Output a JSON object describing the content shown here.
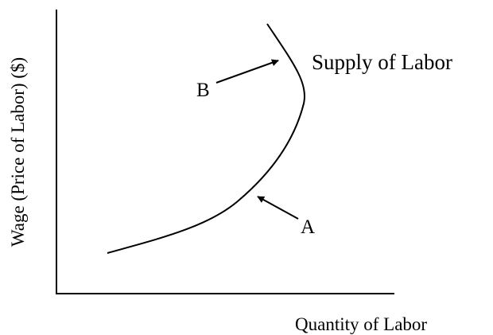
{
  "axes": {
    "y_label": "Wage (Price of Labor) ($)",
    "x_label": "Quantity of Labor"
  },
  "curve": {
    "label": "Supply of Labor"
  },
  "annotations": {
    "a_label": "A",
    "b_label": "B"
  },
  "colors": {
    "ink": "#000000",
    "background": "#ffffff"
  }
}
